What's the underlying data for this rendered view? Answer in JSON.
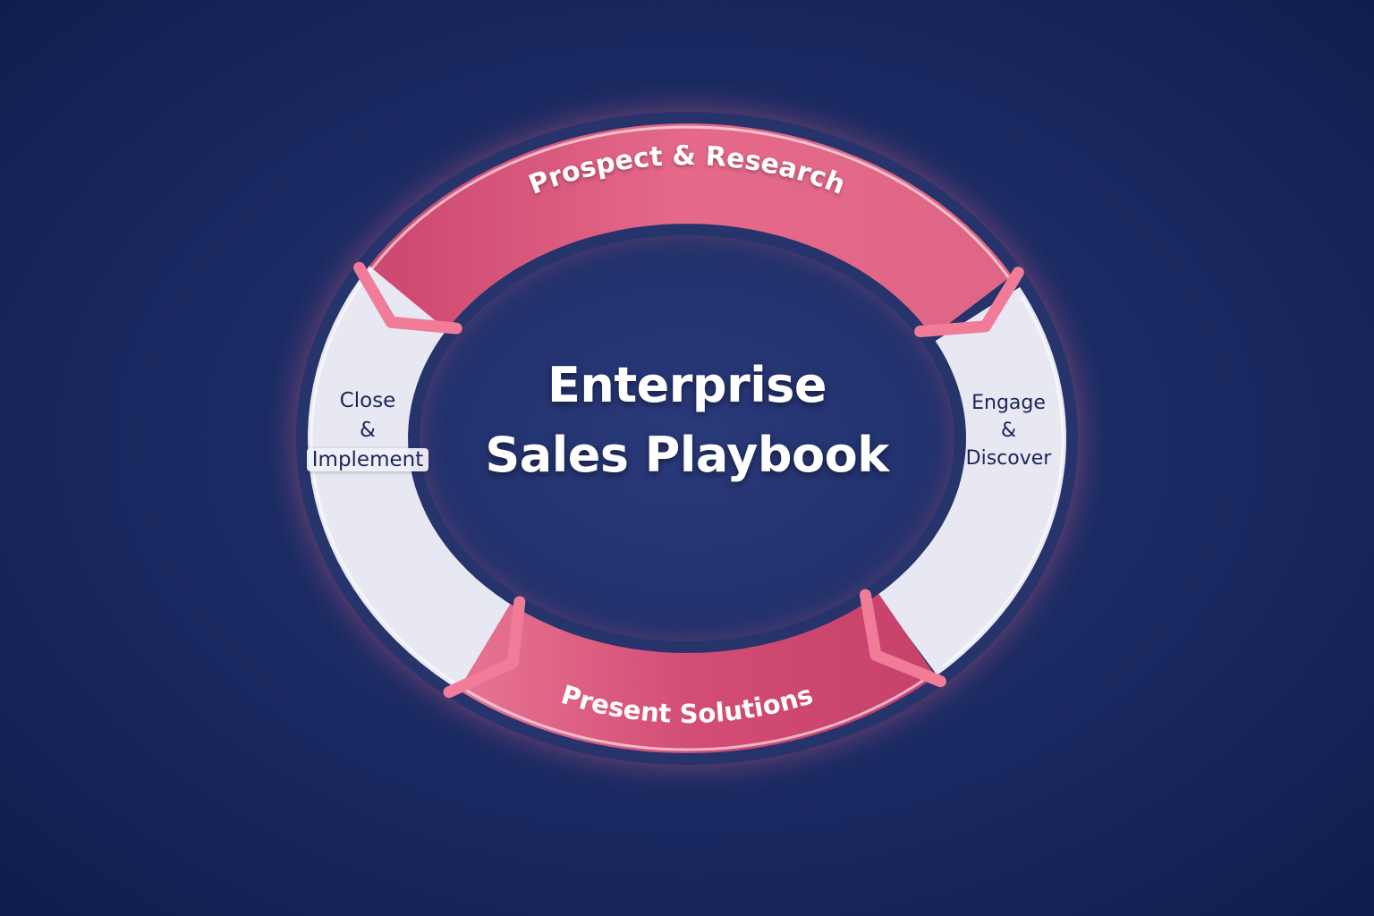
{
  "title": {
    "line1": "Enterprise",
    "line2": "Sales Playbook"
  },
  "stages": [
    {
      "label": "Prospect & Research",
      "color": "#e0607f"
    },
    {
      "label_lines": [
        "Engage",
        "&",
        "Discover"
      ],
      "color": "#e8e8f2"
    },
    {
      "label": "Present Solutions",
      "color": "#d9557a"
    },
    {
      "label_lines": [
        "Close",
        "&",
        "Implement"
      ],
      "color": "#e8e8f2"
    }
  ],
  "colors": {
    "background": "#1d2d66",
    "accent": "#e0607f",
    "ring_light": "#e8e8f2",
    "text_dark": "#1c2659"
  }
}
